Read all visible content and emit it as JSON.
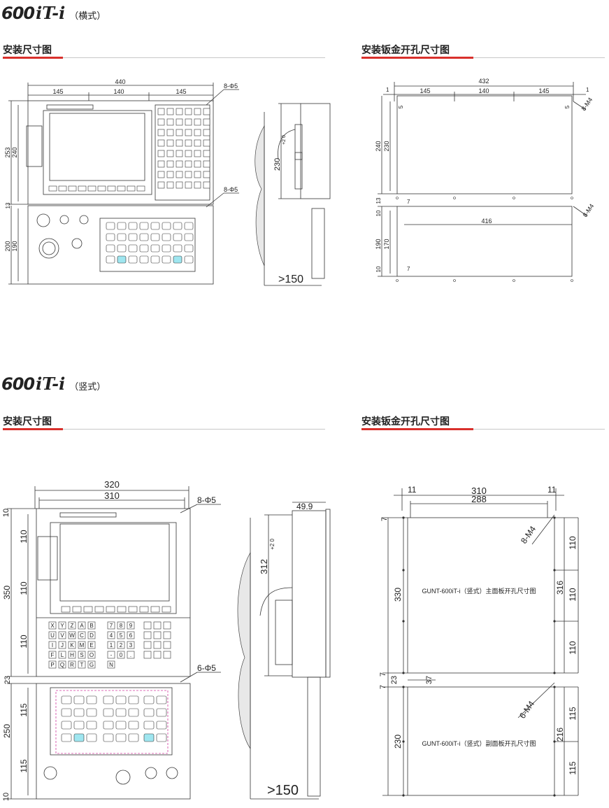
{
  "top": {
    "model_number": "600",
    "model_suffix": "iT-i",
    "orientation": "（横式）",
    "left_title": "安装尺寸图",
    "right_title": "安装钣金开孔尺寸图",
    "front_dims": {
      "total_width": "440",
      "seg1": "145",
      "seg2": "140",
      "seg3": "145",
      "holes_top": "8-Φ5",
      "holes_mid": "8-Φ5",
      "h_upper_outer": "253",
      "h_upper_inner": "240",
      "gap": "13",
      "h_lower_outer": "200",
      "h_lower_inner": "190"
    },
    "side_dims": {
      "depth": "230",
      "tol": "+2 0",
      "clearance": ">150"
    },
    "cutout_dims": {
      "total": "432",
      "edge_l": "1",
      "edge_r": "1",
      "seg1": "145",
      "seg2": "140",
      "seg3": "145",
      "inset_l": "5",
      "inset_r": "5",
      "thread_top": "8-M4",
      "thread_mid": "8-M4",
      "h_outer": "240",
      "h_inner": "230",
      "gap": "13",
      "off1": "7",
      "lower_width": "416",
      "lower_gap": "10",
      "h2_outer": "190",
      "h2_inner": "170",
      "off2": "7",
      "bottom_gap": "10"
    }
  },
  "bottom": {
    "model_number": "600",
    "model_suffix": "iT-i",
    "orientation": "（竖式）",
    "left_title": "安装尺寸图",
    "right_title": "安装钣金开孔尺寸图",
    "front_dims": {
      "w_outer": "320",
      "w_inner": "310",
      "holes_top": "8-Φ5",
      "holes_lower": "6-Φ5",
      "top_gap": "10",
      "h_upper_total": "350",
      "h_a": "110",
      "h_b": "110",
      "h_c": "110",
      "gap": "23",
      "h_lower_total": "250",
      "h_d": "115",
      "h_e": "115",
      "bottom_gap": "10",
      "keys_left": [
        "X",
        "Y",
        "Z",
        "A",
        "B",
        "U",
        "V",
        "W",
        "C",
        "D",
        "I",
        "J",
        "K",
        "M",
        "E",
        "F",
        "L",
        "H",
        "S",
        "O",
        "P",
        "Q",
        "R",
        "T",
        "G",
        "N"
      ],
      "keys_mid": [
        "7",
        "8",
        "9",
        "4",
        "5",
        "6",
        "1",
        "2",
        "3",
        "-",
        "0",
        "."
      ]
    },
    "side_dims": {
      "depth_label": "49.9",
      "depth": "312",
      "tol": "+2 0",
      "clearance": ">150"
    },
    "cutout_dims": {
      "edge_l": "11",
      "edge_r": "11",
      "w": "310",
      "inner": "288",
      "top_off": "7",
      "thread_top": "8-M4",
      "h_main": "330",
      "h_sub": "316",
      "h_a": "110",
      "h_b": "110",
      "h_c": "110",
      "main_label": "GUNT-600iT-i（竖式）主面板开孔尺寸图",
      "gap_a": "7",
      "gap_mid": "23",
      "gap_b": "7",
      "gap_off": "37",
      "thread_low": "6-M4",
      "h_low": "230",
      "h_low_sub": "216",
      "h_d": "115",
      "h_e": "115",
      "sub_label": "GUNT-600iT-i（竖式）副面板开孔尺寸图"
    }
  },
  "colors": {
    "accent": "#d9302c",
    "highlight_key": "#9fe6f0",
    "dash_magenta": "#d23ca0"
  }
}
